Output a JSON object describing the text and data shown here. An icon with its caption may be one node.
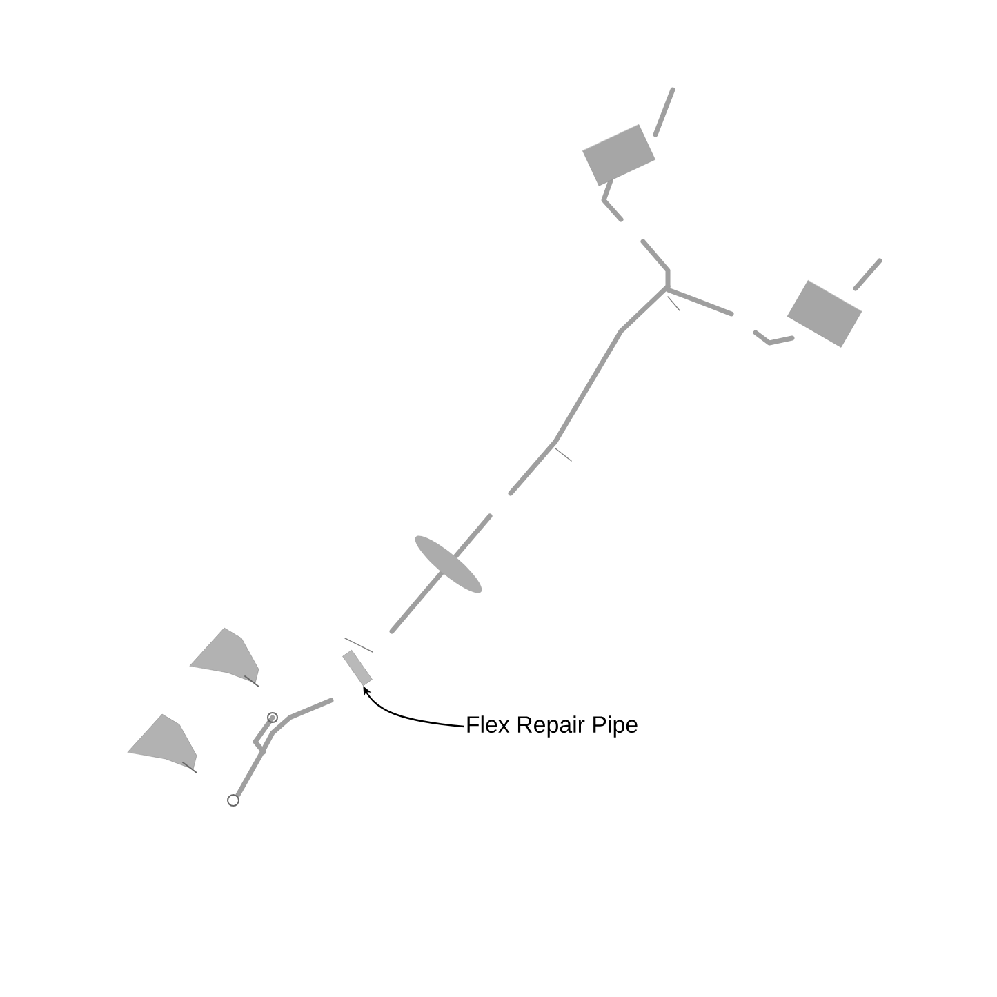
{
  "diagram": {
    "nodes": [
      {
        "text": [
          "Flex Repair Pipe"
        ]
      },
      {
        "text": [],
        "shape": "picture"
      }
    ],
    "edges": [
      {
        "from": 0,
        "to": 1,
        "arrow": "to"
      }
    ]
  }
}
